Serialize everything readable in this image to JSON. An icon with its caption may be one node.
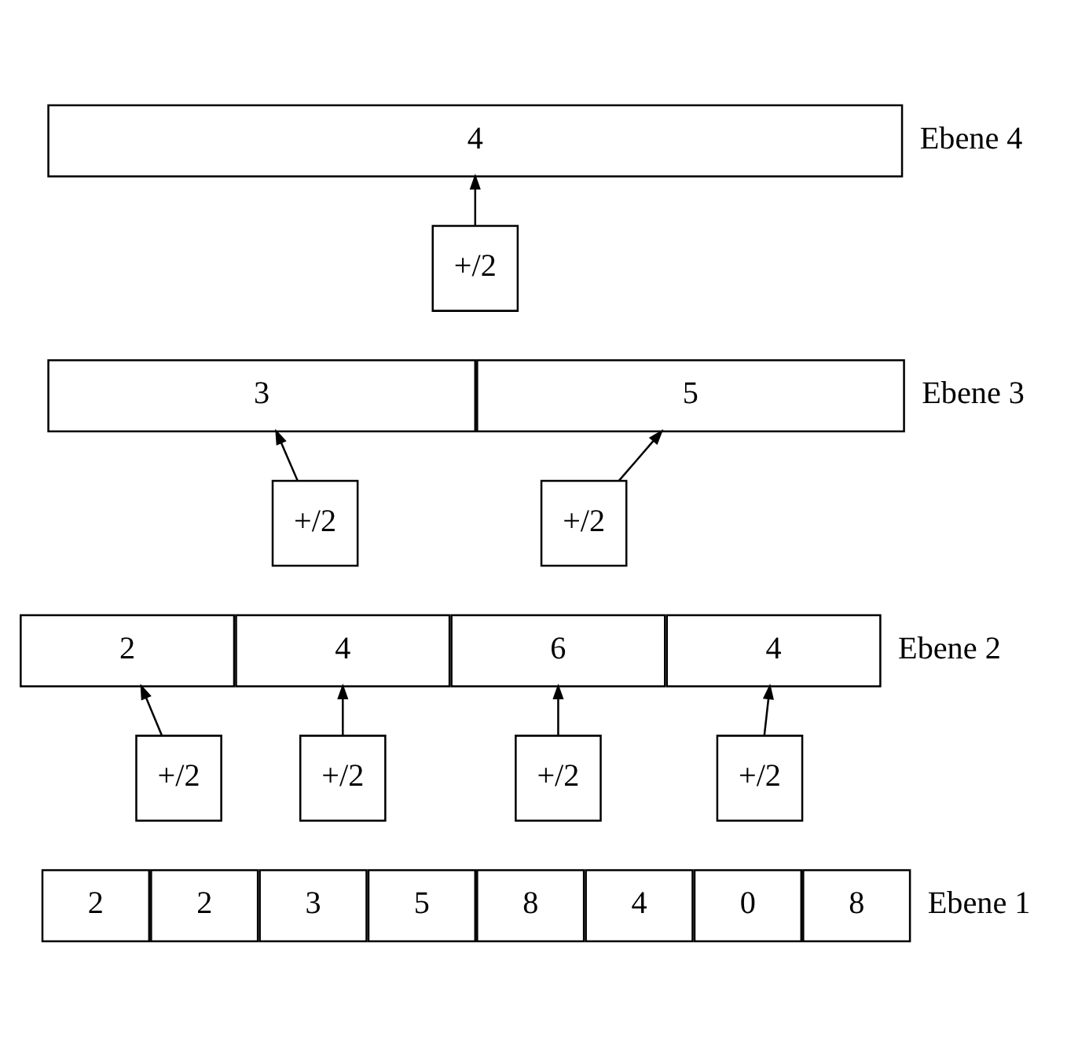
{
  "diagram": {
    "nodes": [
      {
        "text": [
          "4"
        ]
      },
      {
        "text": [
          "+/2"
        ]
      },
      {
        "text": [
          "3"
        ]
      },
      {
        "text": [
          "5"
        ]
      },
      {
        "text": [
          "+/2"
        ]
      },
      {
        "text": [
          "+/2"
        ]
      },
      {
        "text": [
          "2"
        ]
      },
      {
        "text": [
          "4"
        ]
      },
      {
        "text": [
          "6"
        ]
      },
      {
        "text": [
          "4"
        ]
      },
      {
        "text": [
          "+/2"
        ]
      },
      {
        "text": [
          "+/2"
        ]
      },
      {
        "text": [
          "+/2"
        ]
      },
      {
        "text": [
          "+/2"
        ]
      },
      {
        "text": [
          "2"
        ]
      },
      {
        "text": [
          "2"
        ]
      },
      {
        "text": [
          "3"
        ]
      },
      {
        "text": [
          "5"
        ]
      },
      {
        "text": [
          "8"
        ]
      },
      {
        "text": [
          "4"
        ]
      },
      {
        "text": [
          "0"
        ]
      },
      {
        "text": [
          "8"
        ]
      }
    ],
    "edges": [
      {
        "from": 1,
        "to": 0,
        "arrow": "to"
      },
      {
        "from": 4,
        "to": 2,
        "arrow": "to"
      },
      {
        "from": 5,
        "to": 3,
        "arrow": "to"
      },
      {
        "from": 10,
        "to": 6,
        "arrow": "to"
      },
      {
        "from": 11,
        "to": 7,
        "arrow": "to"
      },
      {
        "from": 12,
        "to": 8,
        "arrow": "to"
      },
      {
        "from": 13,
        "to": 9,
        "arrow": "to"
      }
    ],
    "labels": [
      "Ebene 4",
      "Ebene 3",
      "Ebene 2",
      "Ebene 1"
    ]
  }
}
